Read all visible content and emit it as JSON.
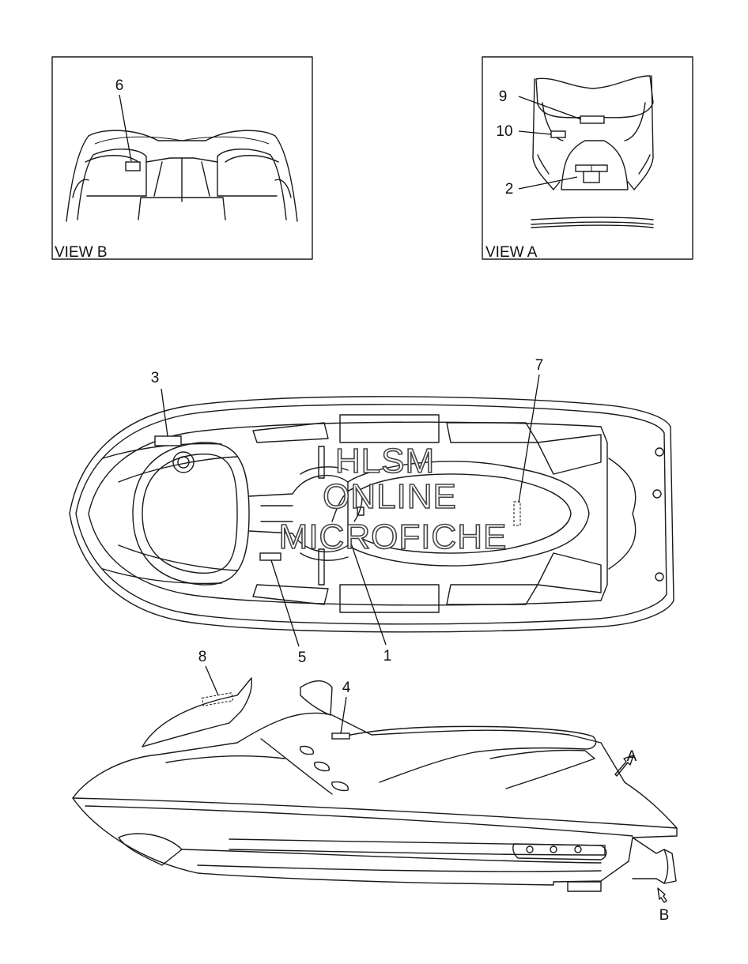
{
  "views": {
    "view_b_label": "VIEW B",
    "view_a_label": "VIEW A"
  },
  "callouts": {
    "c1": "1",
    "c2": "2",
    "c3": "3",
    "c4": "4",
    "c5": "5",
    "c6": "6",
    "c7": "7",
    "c8": "8",
    "c9": "9",
    "c10": "10"
  },
  "arrows": {
    "a": "A",
    "b": "B"
  },
  "watermark": {
    "line1": "HLSM",
    "line2": "ONLINE",
    "line3": "MICROFICHE"
  }
}
